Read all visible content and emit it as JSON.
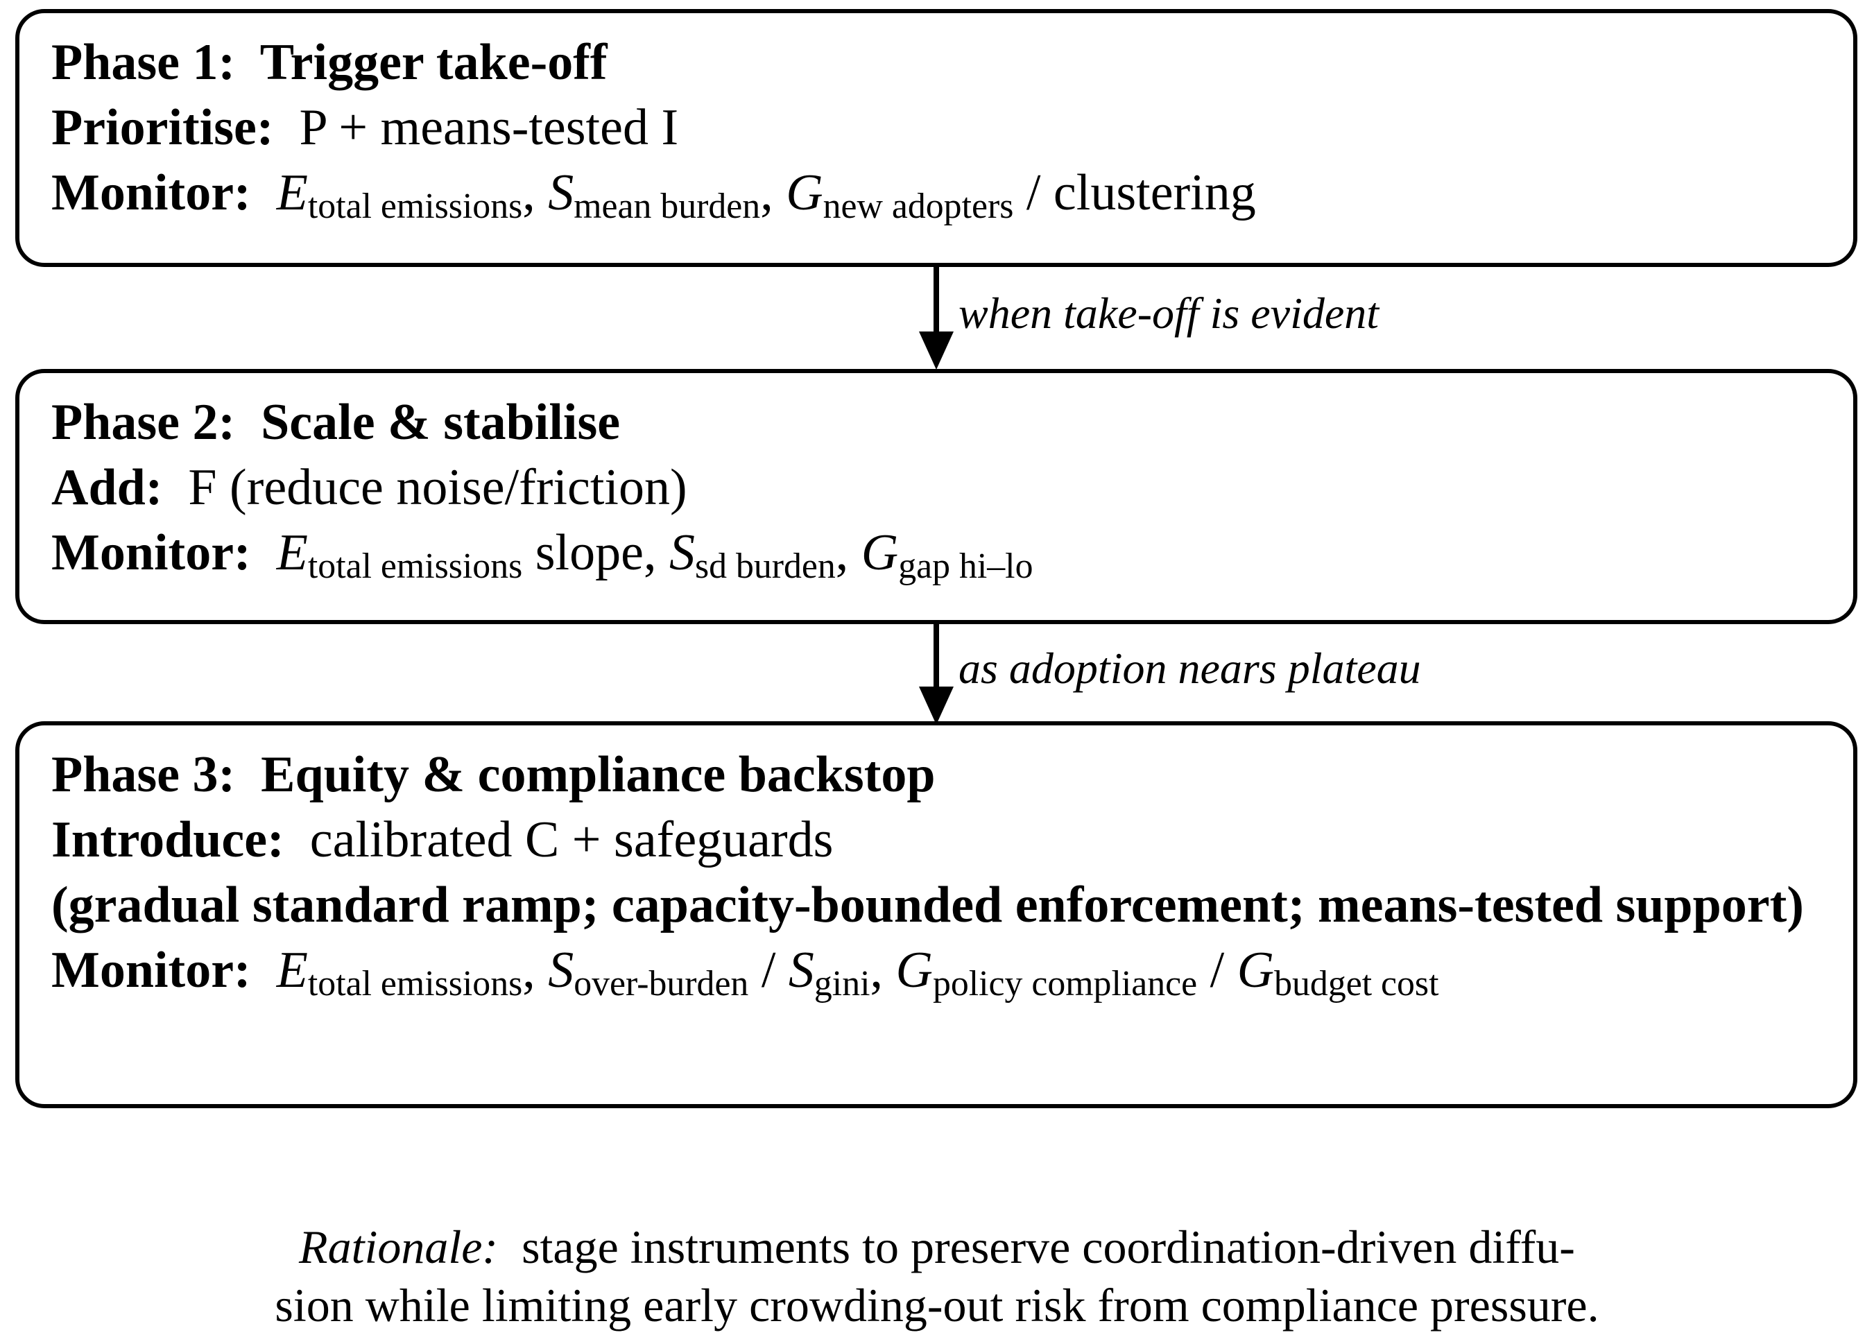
{
  "page": {
    "background_color": "#ffffff",
    "text_color": "#000000",
    "border_color": "#000000"
  },
  "boxes": [
    {
      "id": "phase-1",
      "lines": [
        [
          {
            "t": "b",
            "v": "Phase 1:  Trigger take-off"
          }
        ],
        [
          {
            "t": "b",
            "v": "Prioritise:"
          },
          {
            "t": "r",
            "v": "  P + means-tested I"
          }
        ],
        [
          {
            "t": "b",
            "v": "Monitor:"
          },
          {
            "t": "r",
            "v": "  "
          },
          {
            "t": "v",
            "v": "E"
          },
          {
            "t": "s",
            "v": "total emissions"
          },
          {
            "t": "r",
            "v": ", "
          },
          {
            "t": "v",
            "v": "S"
          },
          {
            "t": "s",
            "v": "mean burden"
          },
          {
            "t": "r",
            "v": ", "
          },
          {
            "t": "v",
            "v": "G"
          },
          {
            "t": "s",
            "v": "new adopters"
          },
          {
            "t": "r",
            "v": " / clustering"
          }
        ]
      ]
    },
    {
      "id": "phase-2",
      "lines": [
        [
          {
            "t": "b",
            "v": "Phase 2:  Scale & stabilise"
          }
        ],
        [
          {
            "t": "b",
            "v": "Add:"
          },
          {
            "t": "r",
            "v": "  F (reduce noise/friction)"
          }
        ],
        [
          {
            "t": "b",
            "v": "Monitor:"
          },
          {
            "t": "r",
            "v": "  "
          },
          {
            "t": "v",
            "v": "E"
          },
          {
            "t": "s",
            "v": "total emissions"
          },
          {
            "t": "r",
            "v": " slope, "
          },
          {
            "t": "v",
            "v": "S"
          },
          {
            "t": "s",
            "v": "sd burden"
          },
          {
            "t": "r",
            "v": ", "
          },
          {
            "t": "v",
            "v": "G"
          },
          {
            "t": "s",
            "v": "gap hi–lo"
          }
        ]
      ]
    },
    {
      "id": "phase-3",
      "lines": [
        [
          {
            "t": "b",
            "v": "Phase 3:  Equity & compliance backstop"
          }
        ],
        [
          {
            "t": "b",
            "v": "Introduce:"
          },
          {
            "t": "r",
            "v": "  calibrated C + safeguards"
          }
        ],
        [
          {
            "t": "b",
            "v": "(gradual standard ramp; capacity-bounded enforcement; means-tested support)"
          }
        ],
        [
          {
            "t": "b",
            "v": "Monitor:"
          },
          {
            "t": "r",
            "v": "  "
          },
          {
            "t": "v",
            "v": "E"
          },
          {
            "t": "s",
            "v": "total emissions"
          },
          {
            "t": "r",
            "v": ", "
          },
          {
            "t": "v",
            "v": "S"
          },
          {
            "t": "s",
            "v": "over-burden"
          },
          {
            "t": "r",
            "v": " / "
          },
          {
            "t": "v",
            "v": "S"
          },
          {
            "t": "s",
            "v": "gini"
          },
          {
            "t": "r",
            "v": ", "
          },
          {
            "t": "v",
            "v": "G"
          },
          {
            "t": "s",
            "v": "policy compliance"
          },
          {
            "t": "r",
            "v": " / "
          },
          {
            "t": "v",
            "v": "G"
          },
          {
            "t": "s",
            "v": "budget cost"
          }
        ]
      ]
    }
  ],
  "arrows": [
    {
      "label": "when take-off is evident"
    },
    {
      "label": "as adoption nears plateau"
    }
  ],
  "rationale": {
    "label": "Rationale:",
    "line1_rest": "  stage instruments to preserve coordination-driven diffu-",
    "line2": "sion while limiting early crowding-out risk from compliance pressure."
  }
}
